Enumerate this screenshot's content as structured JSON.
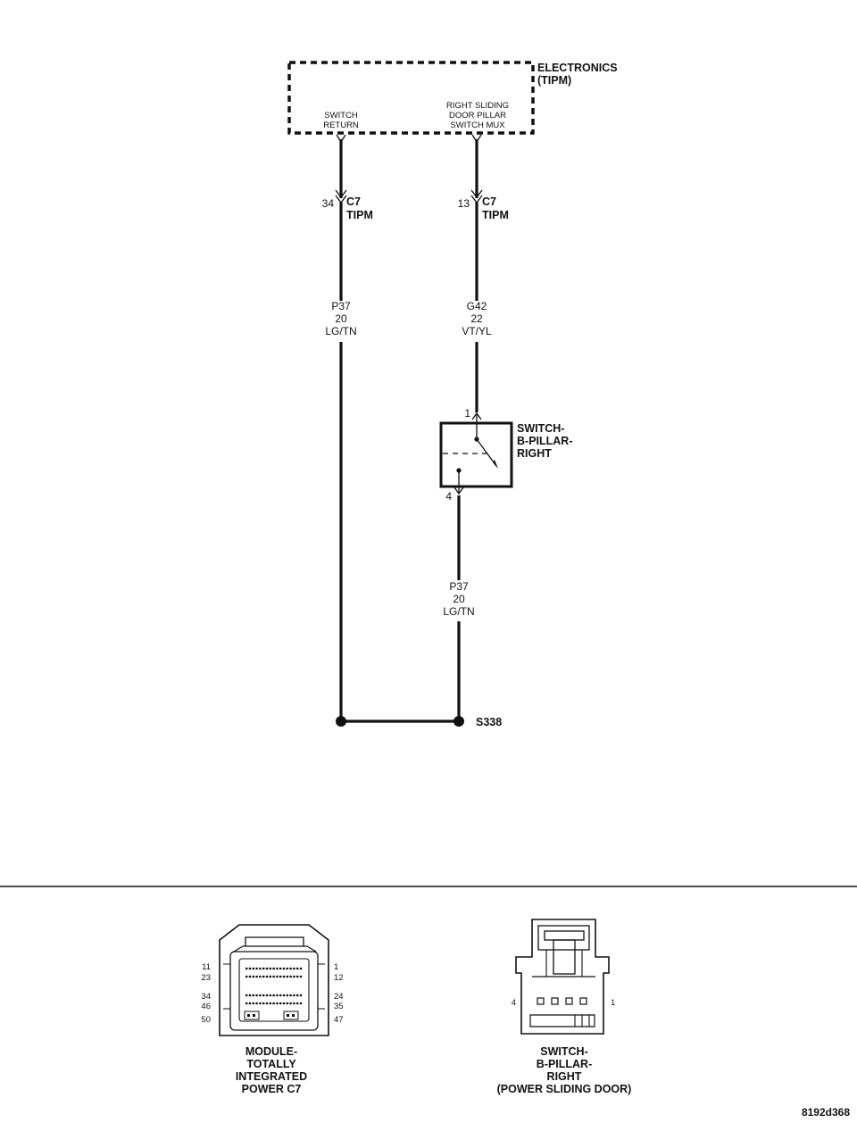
{
  "module": {
    "name_line1": "ELECTRONICS",
    "name_line2": "(TIPM)",
    "pin_left_line1": "SWITCH",
    "pin_left_line2": "RETURN",
    "pin_right_line1": "RIGHT SLIDING",
    "pin_right_line2": "DOOR PILLAR",
    "pin_right_line3": "SWITCH MUX"
  },
  "connectors": {
    "left": {
      "pin": "34",
      "name": "C7",
      "location": "TIPM"
    },
    "right": {
      "pin": "13",
      "name": "C7",
      "location": "TIPM"
    }
  },
  "wires": {
    "left": {
      "circuit": "P37",
      "gauge": "20",
      "color": "LG/TN"
    },
    "right_top": {
      "circuit": "G42",
      "gauge": "22",
      "color": "VT/YL"
    },
    "right_bottom": {
      "circuit": "P37",
      "gauge": "20",
      "color": "LG/TN"
    }
  },
  "switch": {
    "pin_top": "1",
    "pin_bottom": "4",
    "label_line1": "SWITCH-",
    "label_line2": "B-PILLAR-",
    "label_line3": "RIGHT"
  },
  "splice": {
    "label": "S338"
  },
  "connector_views": {
    "module": {
      "pins_left": [
        "11",
        "23",
        "34",
        "46",
        "50"
      ],
      "pins_right": [
        "1",
        "12",
        "24",
        "35",
        "47"
      ],
      "caption": [
        "MODULE-",
        "TOTALLY",
        "INTEGRATED",
        "POWER C7"
      ]
    },
    "switch": {
      "pin_left": "4",
      "pin_right": "1",
      "caption": [
        "SWITCH-",
        "B-PILLAR-",
        "RIGHT",
        "(POWER SLIDING DOOR)"
      ]
    }
  },
  "figure_id": "8192d368"
}
